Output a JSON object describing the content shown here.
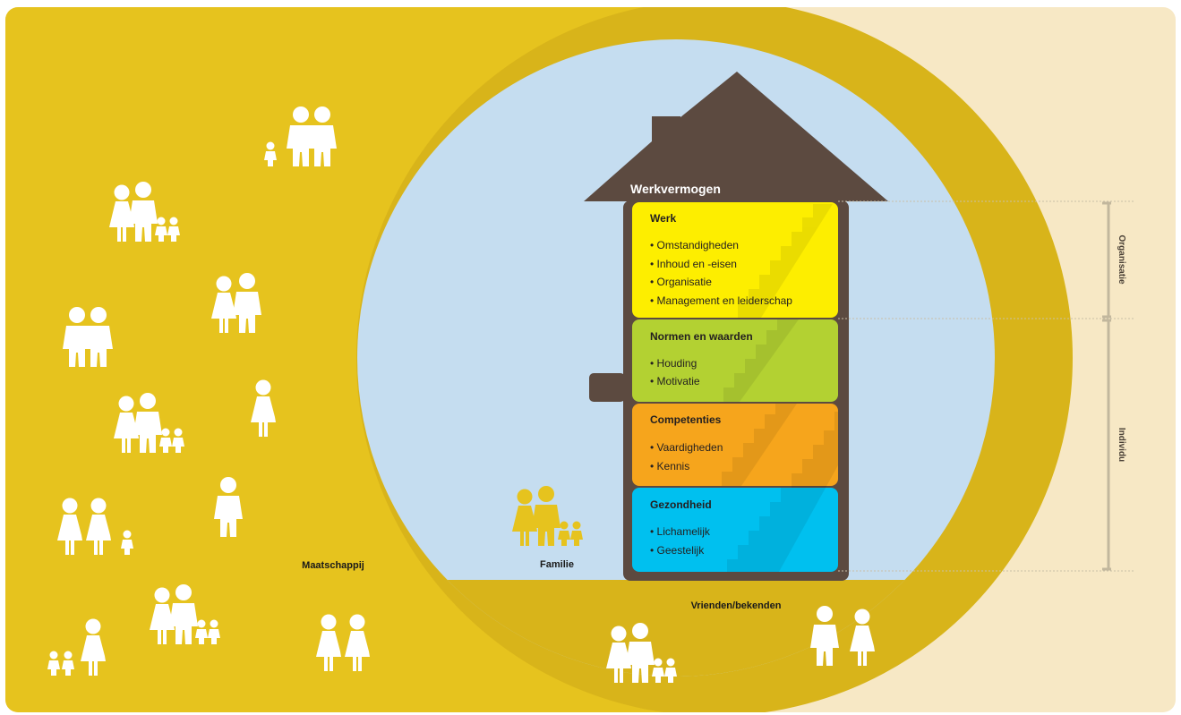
{
  "labels": {
    "house_title": "Werkvermogen",
    "society": "Maatschappij",
    "family": "Familie",
    "friends": "Vrienden/bekenden",
    "side_organisation": "Organisatie",
    "side_individual": "Individu"
  },
  "floors": [
    {
      "title": "Werk",
      "items": [
        "• Omstandigheden",
        "• Inhoud en -eisen",
        "• Organisatie",
        "• Management en leiderschap"
      ]
    },
    {
      "title": "Normen en waarden",
      "items": [
        "• Houding",
        "• Motivatie"
      ]
    },
    {
      "title": "Competenties",
      "items": [
        "• Vaardigheden",
        "• Kennis"
      ]
    },
    {
      "title": "Gezondheid",
      "items": [
        "• Lichamelijk",
        "• Geestelijk"
      ]
    }
  ],
  "colors": {
    "background_right": "#f7e8c5",
    "society": "#e6c31e",
    "friends_ring": "#d8b41a",
    "family_sky": "#c5ddf0",
    "house": "#5c4a40",
    "werk": "#fdee00",
    "normen": "#b3d132",
    "competenties": "#f6a51c",
    "gezondheid": "#00c0ef",
    "scale_line": "#c2b79d"
  },
  "icons": [
    "family-icon",
    "couple-icon",
    "person-icon",
    "house-icon",
    "staircase-icon"
  ]
}
